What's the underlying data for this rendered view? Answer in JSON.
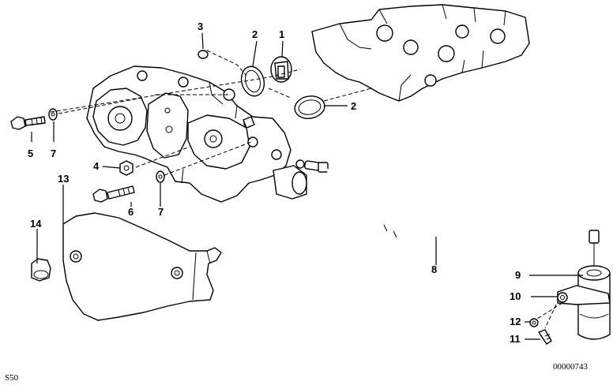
{
  "callouts": {
    "c1": "1",
    "c2a": "2",
    "c2b": "2",
    "c3": "3",
    "c4": "4",
    "c5": "5",
    "c6": "6",
    "c7a": "7",
    "c7b": "7",
    "c8": "8",
    "c9": "9",
    "c10": "10",
    "c11": "11",
    "c12": "12",
    "c13": "13",
    "c14": "14"
  },
  "footer": {
    "model_code": "S50",
    "diagram_number": "00000743"
  }
}
